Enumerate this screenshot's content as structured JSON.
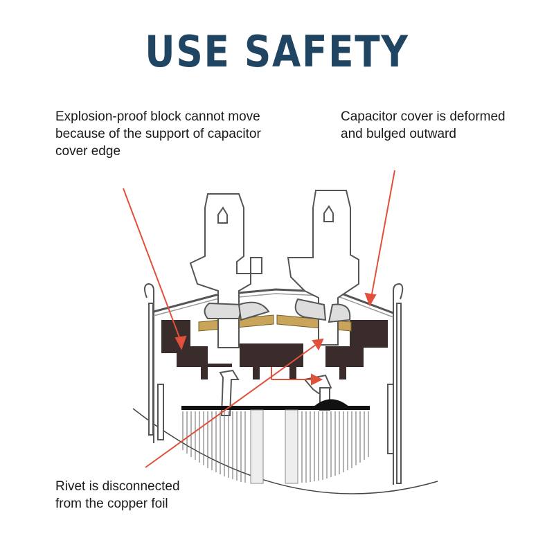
{
  "title": "USE SAFETY",
  "labels": {
    "explosion_block": "Explosion-proof block cannot move\nbecause of the support of capacitor\ncover edge",
    "cover_deformed": "Capacitor cover is deformed\nand bulged outward",
    "rivet_disconnected": "Rivet is disconnected\nfrom the copper foil"
  },
  "colors": {
    "title": "#1f4563",
    "arrow": "#e0503a",
    "block": "#3b2c2c",
    "gasket": "#c8a55a",
    "outline": "#555555"
  }
}
